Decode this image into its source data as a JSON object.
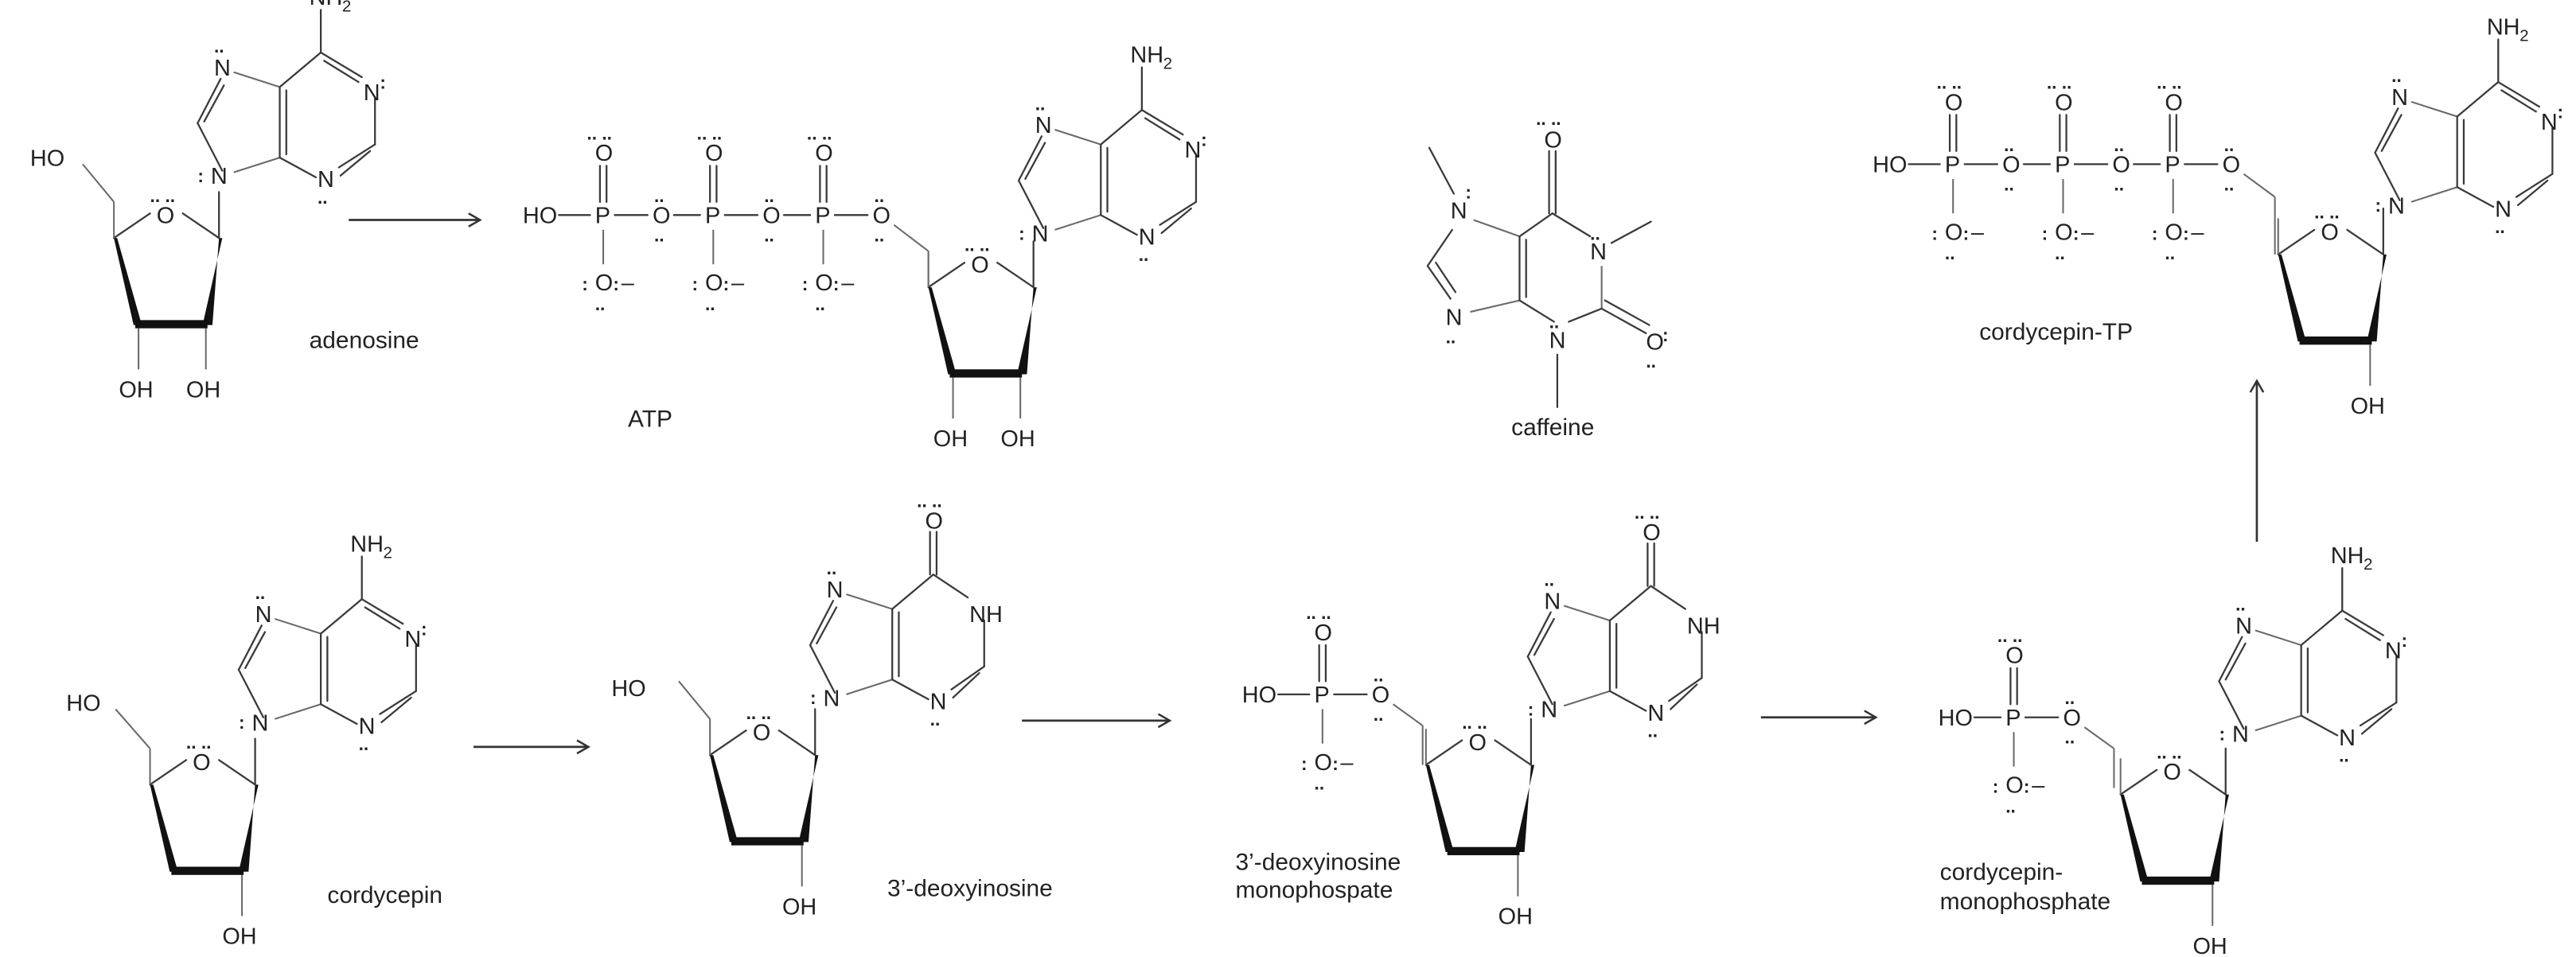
{
  "diagram": {
    "title": "Adenosine / cordycepin metabolic pathway with ATP and caffeine",
    "molecules": [
      {
        "id": "adenosine",
        "label": "adenosine"
      },
      {
        "id": "atp",
        "label": "ATP"
      },
      {
        "id": "caffeine",
        "label": "caffeine"
      },
      {
        "id": "cordycepin_tp",
        "label": "cordycepin-TP"
      },
      {
        "id": "cordycepin",
        "label": "cordycepin"
      },
      {
        "id": "deoxyinosine",
        "label": "3’-deoxyinosine"
      },
      {
        "id": "deoxyinosine_mp",
        "label_line1": "3’-deoxyinosine",
        "label_line2": "monophospate"
      },
      {
        "id": "cordycepin_mp",
        "label_line1": "cordycepin-",
        "label_line2": "monophosphate"
      }
    ],
    "arrows": [
      {
        "from": "adenosine",
        "to": "atp",
        "direction": "right"
      },
      {
        "from": "cordycepin",
        "to": "3'-deoxyinosine",
        "direction": "right"
      },
      {
        "from": "3'-deoxyinosine",
        "to": "3'-deoxyinosine monophospate",
        "direction": "right"
      },
      {
        "from": "3'-deoxyinosine monophospate",
        "to": "cordycepin-monophosphate",
        "direction": "right"
      },
      {
        "from": "cordycepin-monophosphate",
        "to": "cordycepin-TP",
        "direction": "up"
      }
    ],
    "atoms": {
      "N": "N",
      "NH": "NH",
      "NH2": "NH",
      "sub2": "2",
      "O": "O",
      "HO": "HO",
      "OH": "OH",
      "P": "P",
      "minus": "–"
    }
  }
}
